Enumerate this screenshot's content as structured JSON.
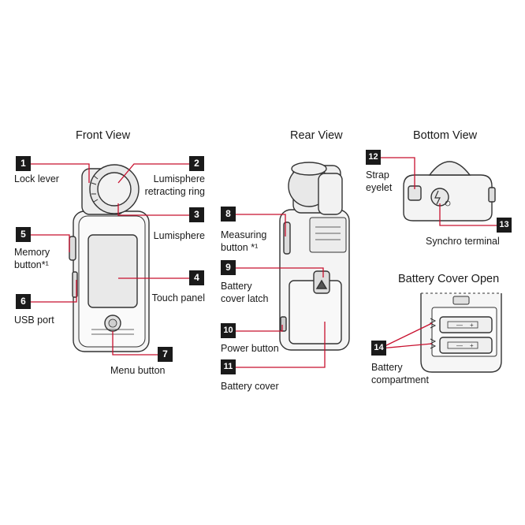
{
  "views": {
    "front": "Front View",
    "rear": "Rear View",
    "bottom": "Bottom View",
    "battery_open": "Battery Cover Open"
  },
  "callouts": [
    {
      "num": "1",
      "label": "Lock lever"
    },
    {
      "num": "2",
      "label": "Lumisphere\nretracting ring"
    },
    {
      "num": "3",
      "label": "Lumisphere"
    },
    {
      "num": "4",
      "label": "Touch panel"
    },
    {
      "num": "5",
      "label": "Memory\nbutton*¹"
    },
    {
      "num": "6",
      "label": "USB port"
    },
    {
      "num": "7",
      "label": "Menu button"
    },
    {
      "num": "8",
      "label": "Measuring\nbutton *¹"
    },
    {
      "num": "9",
      "label": "Battery\ncover latch"
    },
    {
      "num": "10",
      "label": "Power button"
    },
    {
      "num": "11",
      "label": "Battery cover"
    },
    {
      "num": "12",
      "label": "Strap\neyelet"
    },
    {
      "num": "13",
      "label": "Synchro terminal"
    },
    {
      "num": "14",
      "label": "Battery\ncompartment"
    }
  ],
  "colors": {
    "leader": "#c8102e",
    "badge": "#1a1a1a",
    "outline": "#333333"
  }
}
